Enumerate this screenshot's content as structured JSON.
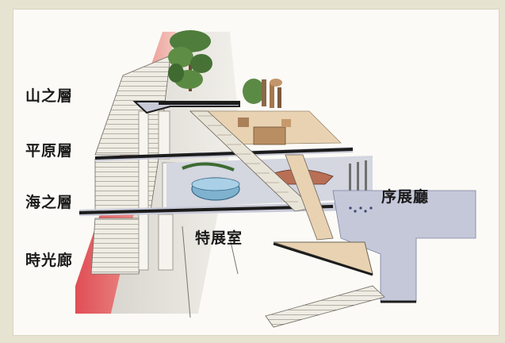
{
  "floors": {
    "mountain": "山之層",
    "plains": "平原層",
    "sea": "海之層",
    "time": "時光廊"
  },
  "halls": {
    "special_exhibition": "特展室",
    "prologue": "序展廳"
  },
  "colors": {
    "background": "#e6e4d0",
    "canvas": "#fbfaf6",
    "red_wall": "#e2696b",
    "floor_beige": "#e8d2b2",
    "floor_grey": "#c8cad8",
    "slab_edge": "#1c1c1c",
    "water": "#7fb2cf",
    "vegetation": "#4f7d3c"
  }
}
